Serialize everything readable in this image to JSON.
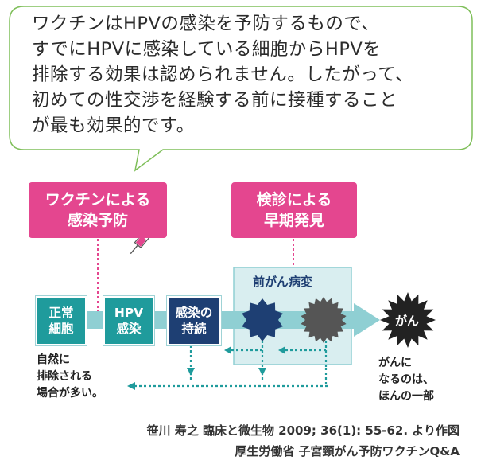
{
  "bubble": {
    "lines": [
      "ワクチンはHPVの感染を予防するもので、",
      "すでにHPVに感染している細胞からHPVを",
      "排除する効果は認められません。したがって、",
      "初めての性交渉を経験する前に接種すること",
      "が最も効果的です。"
    ]
  },
  "boxes": {
    "vaccine": {
      "line1": "ワクチンによる",
      "line2": "感染予防"
    },
    "screening": {
      "line1": "検診による",
      "line2": "早期発見"
    }
  },
  "stages": {
    "normal": {
      "line1": "正常",
      "line2": "細胞"
    },
    "hpv": {
      "line1": "HPV",
      "line2": "感染"
    },
    "persistent": {
      "line1": "感染の",
      "line2": "持続"
    },
    "precancer_label": "前がん病変",
    "cancer_label": "がん"
  },
  "notes": {
    "eliminated": [
      "自然に",
      "排除される",
      "場合が多い。"
    ],
    "few_cancer": [
      "がんに",
      "なるのは、",
      "ほんの一部"
    ]
  },
  "caption": {
    "line1": "笹川 寿之 臨床と微生物 2009; 36(1): 55-62. より作図",
    "line2": "厚生労働省 子宮頸がん予防ワクチンQ&A"
  },
  "colors": {
    "pink": "#e4468f",
    "teal": "#1f9b9c",
    "navy": "#1e3f73",
    "dark_gray": "#444444",
    "bubble_border": "#7fbf5a",
    "arrow": "#8fcfd3"
  },
  "icons": {
    "vaccine": "syringe-icon"
  }
}
